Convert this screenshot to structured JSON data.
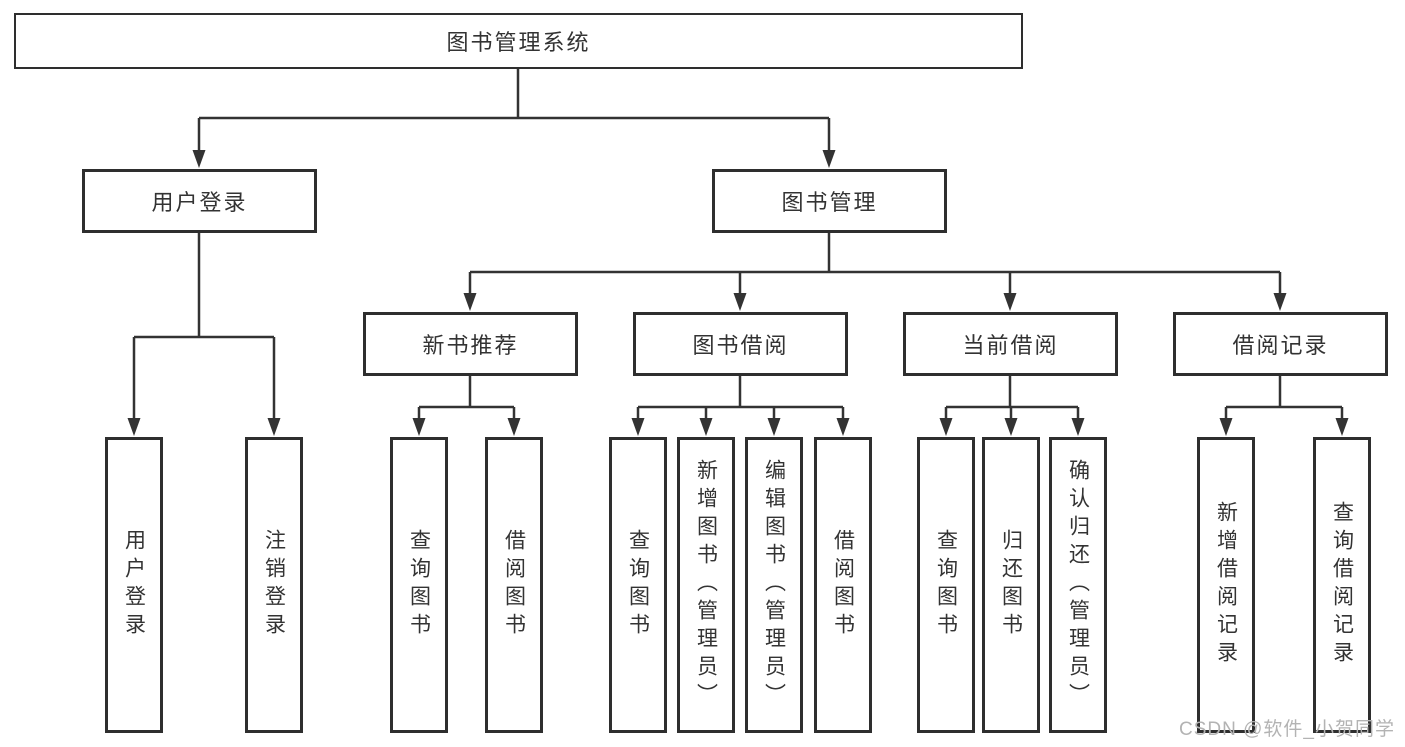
{
  "watermark": "CSDN @软件_小贺同学",
  "colors": {
    "line": "#333333",
    "border": "#2e2e2e",
    "text": "#333333",
    "background": "#ffffff",
    "watermark": "#b3b3b3"
  },
  "tree": {
    "label": "图书管理系统",
    "children": [
      {
        "label": "用户登录",
        "children": [
          {
            "label": "用户登录"
          },
          {
            "label": "注销登录"
          }
        ]
      },
      {
        "label": "图书管理",
        "children": [
          {
            "label": "新书推荐",
            "children": [
              {
                "label": "查询图书"
              },
              {
                "label": "借阅图书"
              }
            ]
          },
          {
            "label": "图书借阅",
            "children": [
              {
                "label": "查询图书"
              },
              {
                "label": "新增图书（管理员）"
              },
              {
                "label": "编辑图书（管理员）"
              },
              {
                "label": "借阅图书"
              }
            ]
          },
          {
            "label": "当前借阅",
            "children": [
              {
                "label": "查询图书"
              },
              {
                "label": "归还图书"
              },
              {
                "label": "确认归还（管理员）"
              }
            ]
          },
          {
            "label": "借阅记录",
            "children": [
              {
                "label": "新增借阅记录"
              },
              {
                "label": "查询借阅记录"
              }
            ]
          }
        ]
      }
    ]
  }
}
